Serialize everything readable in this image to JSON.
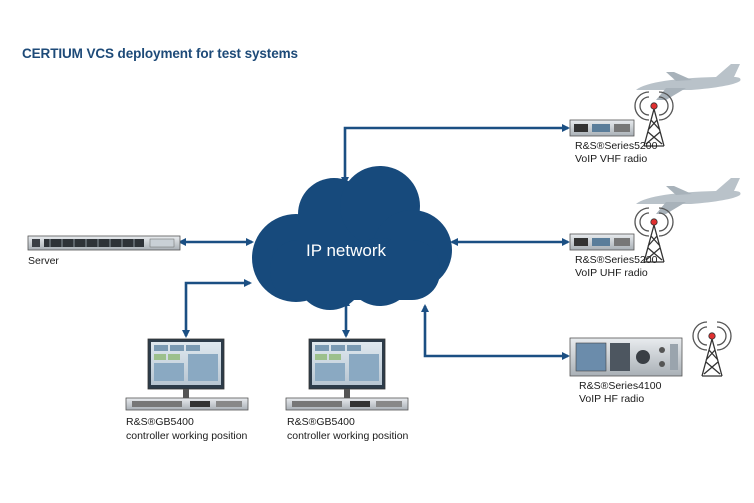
{
  "title": "CERTIUM VCS deployment for test systems",
  "cloud_label": "IP network",
  "devices": {
    "server": {
      "label": "Server"
    },
    "vhf_radio": {
      "model": "R&S®Series5200",
      "description": "VoIP VHF radio"
    },
    "uhf_radio": {
      "model": "R&S®Series5200",
      "description": "VoIP UHF radio"
    },
    "hf_radio": {
      "model": "R&S®Series4100",
      "description": "VoIP HF radio"
    },
    "cwp_left": {
      "model": "R&S®GB5400",
      "description": "controller working position"
    },
    "cwp_right": {
      "model": "R&S®GB5400",
      "description": "controller working position"
    }
  },
  "colors": {
    "accent": "#1d4a78",
    "cloud": "#174a7c",
    "arrow": "#1b4f83",
    "aircraft": "#b9c2c9"
  },
  "icons": [
    "aircraft-icon",
    "radio-tower-icon",
    "server-icon",
    "radio-unit-icon",
    "monitor-icon"
  ]
}
